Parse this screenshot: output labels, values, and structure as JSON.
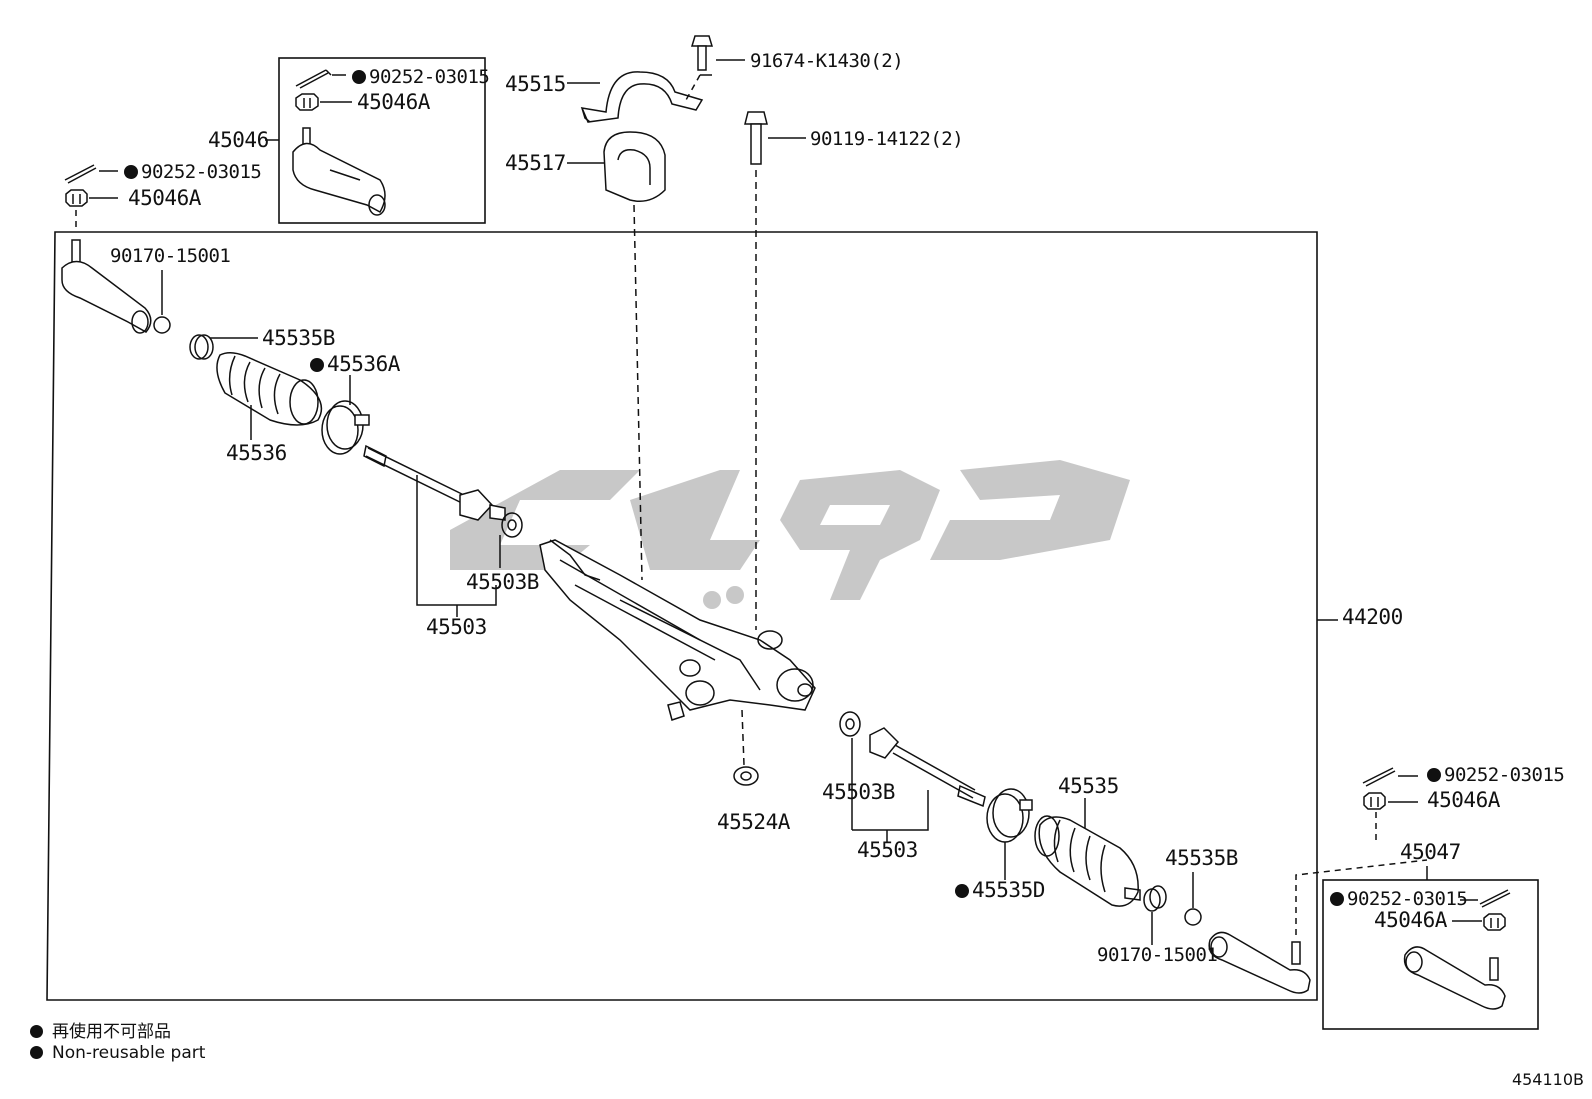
{
  "labels": {
    "clip_top_box": "90252-03015",
    "nut_top_box": "45046A",
    "tie_rod_end_left": "45046",
    "clip_left": "90252-03015",
    "nut_left": "45046A",
    "bracket": "45515",
    "bolt_bracket": "91674-K1430(2)",
    "bolt_rack": "90119-14122(2)",
    "bushing": "45517",
    "nut_90170_left": "90170-15001",
    "clamp_45535b_left": "45535B",
    "clip_45536a": "45536A",
    "boot_left": "45536",
    "rack_end_45503b_left": "45503B",
    "rack_end_45503_left": "45503",
    "gear_assy": "44200",
    "washer": "45524A",
    "rack_end_45503b_right": "45503B",
    "rack_end_45503_right": "45503",
    "boot_right": "45535",
    "clip_45535d": "45535D",
    "clamp_45535b_right": "45535B",
    "nut_90170_right": "90170-15001",
    "clip_right": "90252-03015",
    "nut_right": "45046A",
    "tie_rod_end_right": "45047",
    "clip_box_right": "90252-03015",
    "nut_box_right": "45046A"
  },
  "legend": {
    "line_ja": "再使用不可部品",
    "line_en": "Non-reusable part"
  },
  "diagram_code": "454110B",
  "colors": {
    "line": "#111111",
    "watermark": "#c8c8c8"
  }
}
